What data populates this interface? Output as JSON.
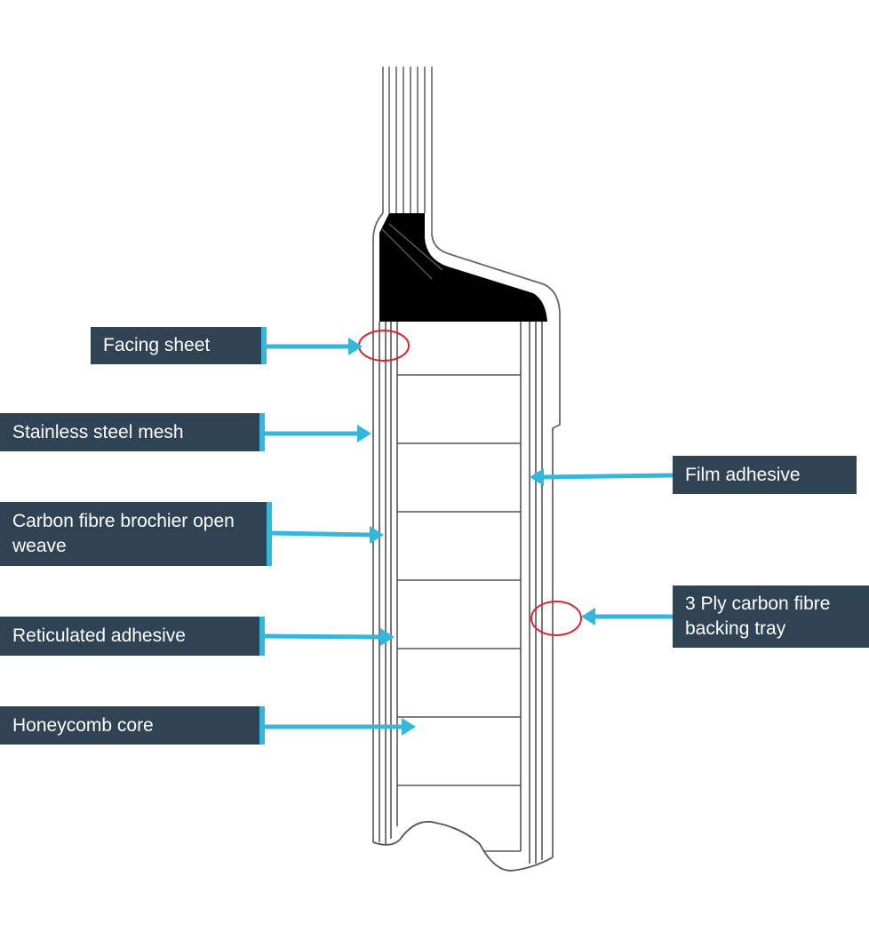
{
  "labels": {
    "facing_sheet": "Facing sheet",
    "stainless_steel_mesh": "Stainless steel mesh",
    "carbon_fibre_brochier": "Carbon fibre brochier open weave",
    "reticulated_adhesive": "Reticulated adhesive",
    "honeycomb_core": "Honeycomb core",
    "film_adhesive": "Film adhesive",
    "backing_tray": "3 Ply carbon fibre backing tray"
  },
  "colors": {
    "label_bg": "#2f4355",
    "label_text": "#ffffff",
    "arrow": "#35b6dc",
    "highlight_circle": "#d9262b",
    "drawing_line": "#555555",
    "fill_dark": "#000000"
  }
}
